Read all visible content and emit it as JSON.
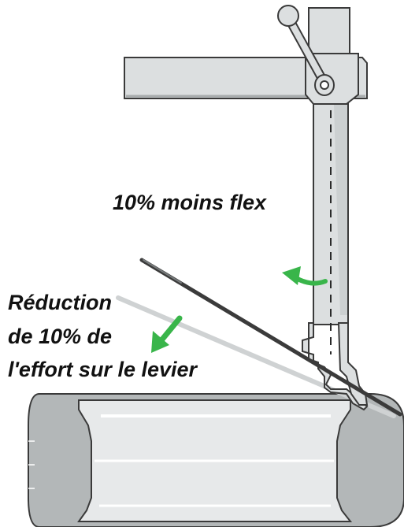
{
  "labels": {
    "flex_reduction": "10% moins flex",
    "effort_line_1": "Réduction",
    "effort_line_2": "de 10% de",
    "effort_line_3": "l'effort sur le levier"
  },
  "colors": {
    "metal_fill": "#dcdfe0",
    "metal_stroke": "#3a3a3a",
    "tire_fill": "#b3b7b8",
    "rim_fill": "#e7e9ea",
    "lever_dark": "#3b3b3b",
    "lever_ghost": "#cfd2d3",
    "arrow_green": "#39b54a",
    "text": "#111111"
  }
}
